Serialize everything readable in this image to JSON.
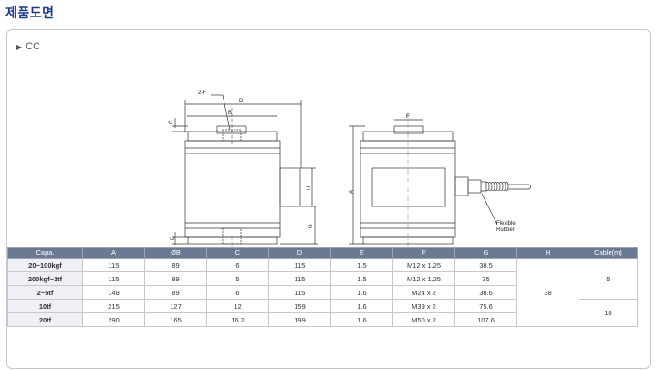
{
  "page": {
    "title": "제품도면"
  },
  "model": {
    "label": "CC",
    "marker": "▶"
  },
  "drawing": {
    "labels": {
      "two_f": "2-F",
      "d": "D",
      "b": "B",
      "c": "C",
      "h": "H",
      "g": "G",
      "e": "E",
      "a": "A",
      "f": "F",
      "flexible": "Flexible",
      "rubber": "Rubber"
    }
  },
  "table": {
    "headers": [
      "Capa.",
      "A",
      "ØB",
      "C",
      "D",
      "E",
      "F",
      "G",
      "H",
      "Cable(m)"
    ],
    "rows": [
      {
        "capa": "20~100kgf",
        "a": "115",
        "b": "89",
        "c": "6",
        "d": "115",
        "e": "1.5",
        "f": "M12 x 1.25",
        "g": "38.5"
      },
      {
        "capa": "200kgf~1tf",
        "a": "115",
        "b": "89",
        "c": "5",
        "d": "115",
        "e": "1.5",
        "f": "M12 x 1.25",
        "g": "35"
      },
      {
        "capa": "2~5tf",
        "a": "148",
        "b": "89",
        "c": "6",
        "d": "115",
        "e": "1.6",
        "f": "M24 x 2",
        "g": "38.6"
      },
      {
        "capa": "10tf",
        "a": "215",
        "b": "127",
        "c": "12",
        "d": "159",
        "e": "1.6",
        "f": "M39 x 2",
        "g": "75.6"
      },
      {
        "capa": "20tf",
        "a": "290",
        "b": "165",
        "c": "16.2",
        "d": "199",
        "e": "1.6",
        "f": "M50 x 2",
        "g": "107.6"
      }
    ],
    "h_value": "38",
    "cable_small": "5",
    "cable_large": "10"
  }
}
